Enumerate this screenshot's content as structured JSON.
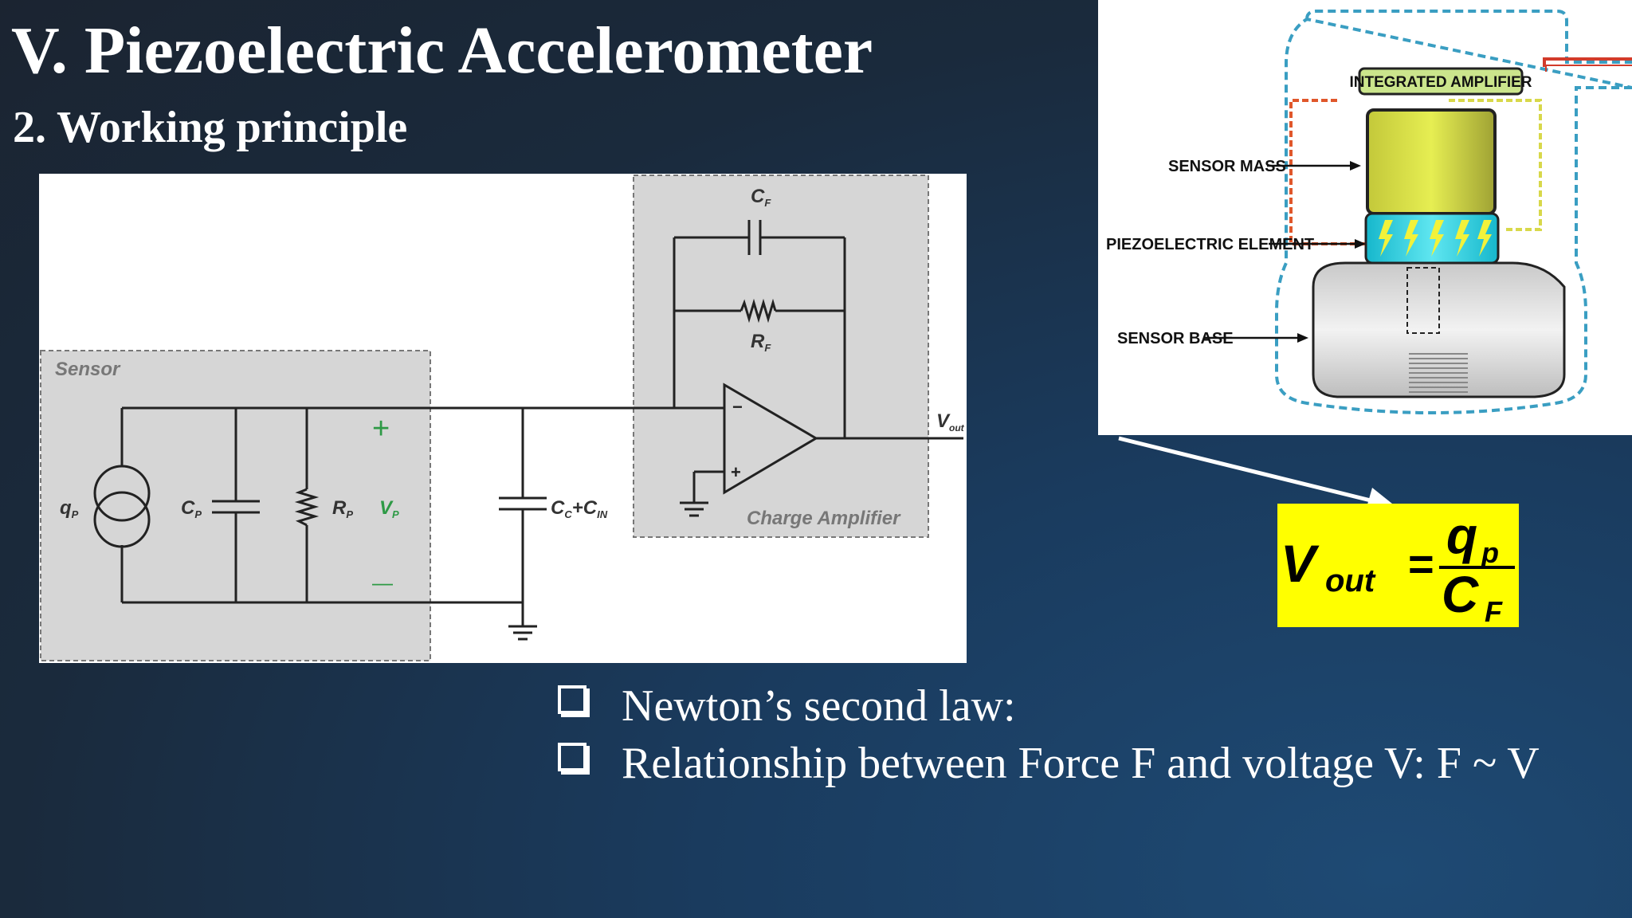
{
  "slide": {
    "title": "V. Piezoelectric Accelerometer",
    "subtitle": "2. Working principle"
  },
  "circuit": {
    "sensor_label": "Sensor",
    "amplifier_label": "Charge Amplifier",
    "qp": "q",
    "qp_sub": "P",
    "cp": "C",
    "cp_sub": "P",
    "rp": "R",
    "rp_sub": "P",
    "vp": "V",
    "vp_sub": "P",
    "plus": "+",
    "minus": "—",
    "cc_a": "C",
    "cc_a_sub": "C",
    "cc_plus": "+C",
    "cc_b_sub": "IN",
    "cf": "C",
    "cf_sub": "F",
    "rf": "R",
    "rf_sub": "F",
    "vout": "V",
    "vout_sub": "out",
    "opamp_minus": "−",
    "opamp_plus": "+"
  },
  "sensor_diagram": {
    "integrated_amplifier": "INTEGRATED AMPLIFIER",
    "sensor_mass": "SENSOR MASS",
    "piezoelectric_element": "PIEZOELECTRIC ELEMENT",
    "sensor_base": "SENSOR BASE"
  },
  "formula": {
    "lhs": "V",
    "lhs_sub": "out",
    "equals": "=",
    "numerator": "q",
    "numerator_sub": "p",
    "denominator": "C",
    "denominator_sub": "F"
  },
  "bullets": [
    "Newton’s second law:",
    "Relationship between Force F and voltage V: F ~ V"
  ],
  "colors": {
    "sensor_green": "#2e9a46",
    "formula_bg": "#ffff00",
    "piezo_cyan": "#1ec8d8",
    "mass_yellow": "#d8e04a"
  }
}
